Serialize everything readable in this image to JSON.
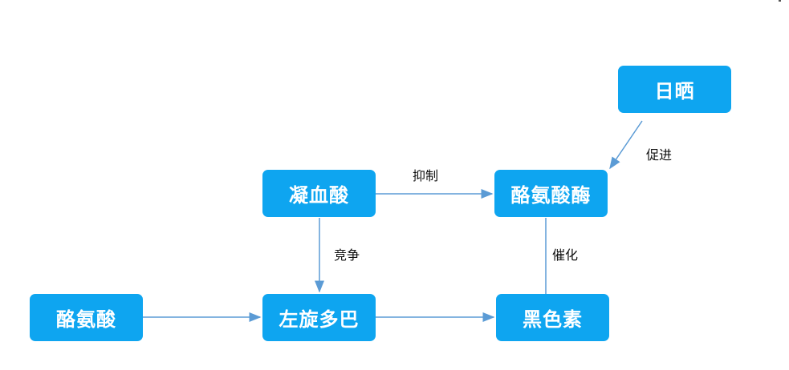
{
  "nodes": {
    "sun": "日晒",
    "tranexamic_acid": "凝血酸",
    "tyrosinase": "酪氨酸酶",
    "tyrosine": "酪氨酸",
    "dopa": "左旋多巴",
    "melanin": "黑色素"
  },
  "edges": {
    "promote": "促进",
    "inhibit": "抑制",
    "compete": "竞争",
    "catalyze": "催化"
  },
  "colors": {
    "node_fill": "#0ea5f0",
    "node_text": "#ffffff",
    "arrow": "#5b9bd5",
    "label_text": "#111111"
  }
}
